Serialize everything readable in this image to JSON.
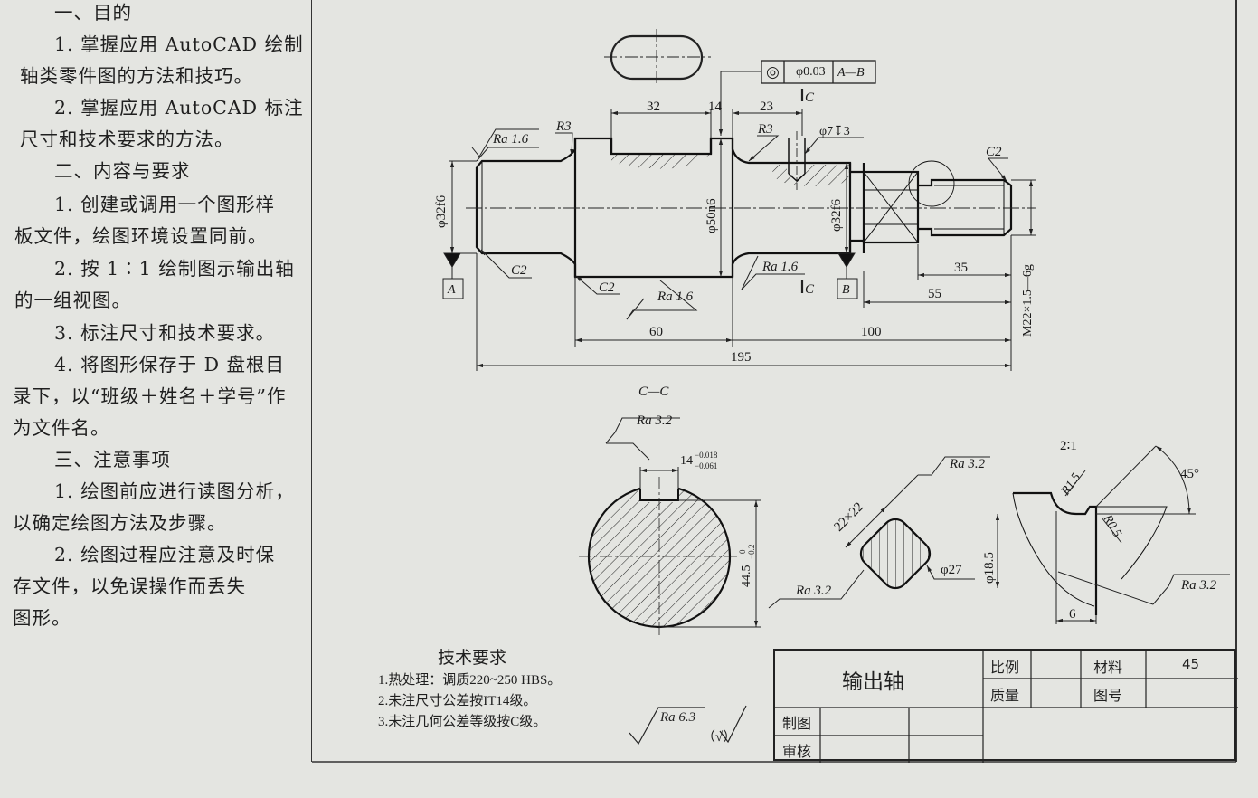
{
  "left_panel": {
    "lines": [
      "一、目的",
      "1. 掌握应用 AutoCAD 绘制",
      "轴类零件图的方法和技巧。",
      "2. 掌握应用 AutoCAD 标注",
      "尺寸和技术要求的方法。",
      "二、内容与要求",
      "1. 创建或调用一个图形样",
      "板文件，绘图环境设置同前。",
      "2. 按 1∶1 绘制图示输出轴",
      "的一组视图。",
      "3. 标注尺寸和技术要求。",
      "4. 将图形保存于 D 盘根目",
      "录下，以“班级＋姓名＋学号”作",
      "为文件名。",
      "三、注意事项",
      "1. 绘图前应进行读图分析，",
      "以确定绘图方法及步骤。",
      "2. 绘图过程应注意及时保",
      "存文件，以免误操作而丢失",
      "图形。"
    ]
  },
  "main_view": {
    "tolerance_symbol": "◎",
    "tolerance_value": "φ0.03",
    "tolerance_datum": "A—B",
    "section_mark_top": "C",
    "section_mark_bottom": "C",
    "dims": {
      "d32": "32",
      "d14": "14",
      "d23": "23",
      "d60": "60",
      "d100": "100",
      "d195": "195",
      "d35": "35",
      "d55": "55"
    },
    "diameters": {
      "left_journal": "φ32f6",
      "middle": "φ50n6",
      "right_journal": "φ32f6",
      "thread": "M22×1.5—6g",
      "hole": "φ7↧3"
    },
    "radii": {
      "r3_left": "R3",
      "r3_right": "R3"
    },
    "chamfers": {
      "c2_left": "C2",
      "c2_mid": "C2",
      "c2_right": "C2"
    },
    "roughness": {
      "ra_left": "Ra 1.6",
      "ra_mid_bottom": "Ra 1.6",
      "ra_right_shoulder": "Ra 1.6"
    },
    "datums": {
      "a": "A",
      "b": "B"
    }
  },
  "section_view": {
    "title": "C—C",
    "ra": "Ra 3.2",
    "keyway_width": "14",
    "keyway_tol_upper": "−0.018",
    "keyway_tol_lower": "−0.061",
    "depth_dim": "44.5",
    "depth_tol_upper": "0",
    "depth_tol_lower": "−0.2"
  },
  "square_view": {
    "ra_top": "Ra 3.2",
    "ra_bottom": "Ra 3.2",
    "size": "22×22",
    "diameter": "φ27"
  },
  "detail_view": {
    "scale": "2∶1",
    "r15": "R1.5",
    "r05": "R0.5",
    "angle": "45°",
    "diameter": "φ18.5",
    "width": "6",
    "ra": "Ra 3.2"
  },
  "tech_req": {
    "title": "技术要求",
    "items": [
      "1.热处理：调质220~250 HBS。",
      "2.未注尺寸公差按IT14级。",
      "3.未注几何公差等级按C级。"
    ],
    "general_ra": "Ra 6.3",
    "general_mark": "（√）"
  },
  "title_block": {
    "part_name": "输出轴",
    "scale_label": "比例",
    "scale_value": "",
    "material_label": "材料",
    "material_value": "45",
    "mass_label": "质量",
    "mass_value": "",
    "drawing_no_label": "图号",
    "drawing_no_value": "",
    "drawn_by_label": "制图",
    "checked_by_label": "审核"
  }
}
